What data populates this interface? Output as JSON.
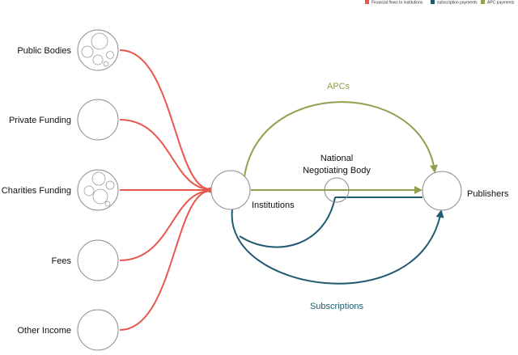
{
  "legend": [
    {
      "label": "Financial flows to institutions",
      "color": "#e8574f"
    },
    {
      "label": "subscription payments",
      "color": "#1f5a70"
    },
    {
      "label": "APC payments",
      "color": "#8fa04e"
    }
  ],
  "sources": [
    {
      "label": "Public Bodies"
    },
    {
      "label": "Private Funding"
    },
    {
      "label": "Charities Funding"
    },
    {
      "label": "Fees"
    },
    {
      "label": "Other Income"
    }
  ],
  "nodes": {
    "institutions": "Institutions",
    "national_body_line1": "National",
    "national_body_line2": "Negotiating Body",
    "publishers": "Publishers"
  },
  "flows": {
    "apcs": "APCs",
    "subscriptions": "Subscriptions"
  },
  "colors": {
    "financial": "#e8574f",
    "subscription": "#1f5a70",
    "apc": "#8fa04e",
    "node_stroke": "#8a8a8a"
  }
}
